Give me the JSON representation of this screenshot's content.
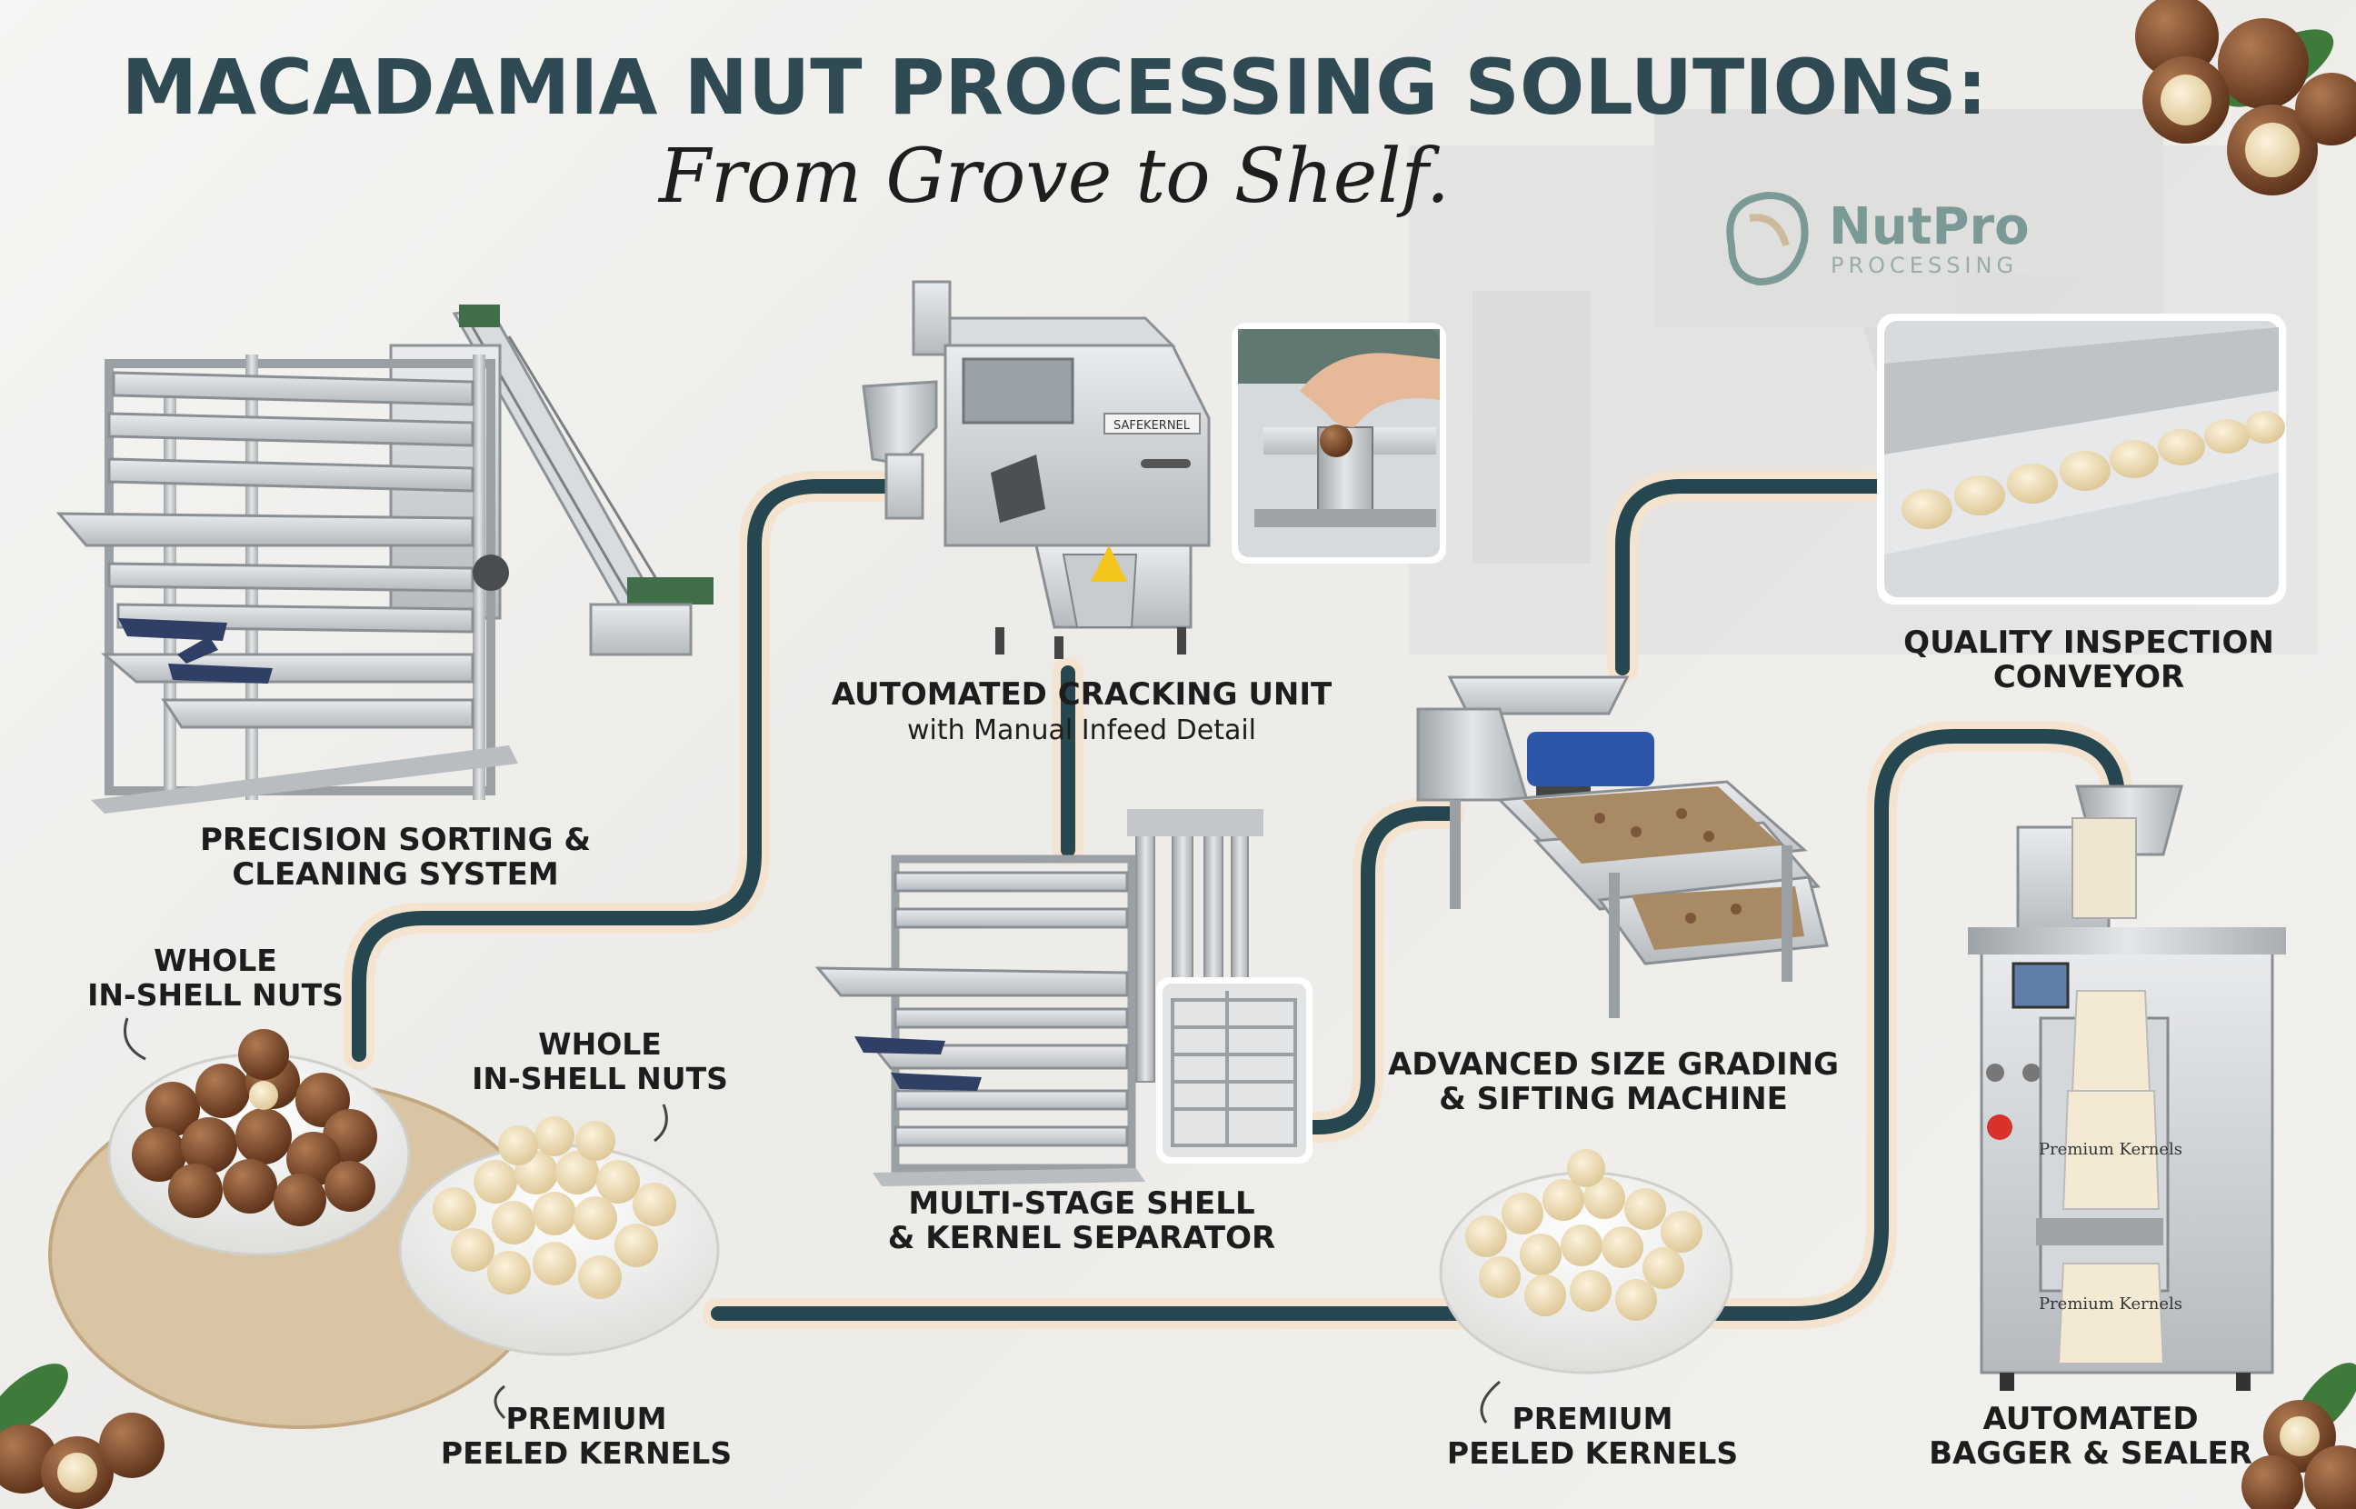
{
  "title": {
    "main": "MACADAMIA NUT PROCESSING SOLUTIONS:",
    "sub": "From Grove to Shelf."
  },
  "logo": {
    "name": "NutPro",
    "tagline": "PROCESSING"
  },
  "stations": {
    "sorting": {
      "line1": "PRECISION SORTING &",
      "line2": "CLEANING SYSTEM"
    },
    "cracking": {
      "line1": "AUTOMATED CRACKING UNIT",
      "sub": "with Manual Infeed Detail"
    },
    "separator": {
      "line1": "MULTI-STAGE SHELL",
      "line2": "& KERNEL SEPARATOR"
    },
    "grading": {
      "line1": "ADVANCED SIZE GRADING",
      "line2": "& SIFTING MACHINE"
    },
    "inspection": {
      "line1": "QUALITY INSPECTION",
      "line2": "CONVEYOR"
    },
    "bagger": {
      "line1": "AUTOMATED",
      "line2": "BAGGER & SEALER"
    }
  },
  "products": {
    "inshell_a": {
      "line1": "WHOLE",
      "line2": "IN-SHELL NUTS"
    },
    "inshell_b": {
      "line1": "WHOLE",
      "line2": "IN-SHELL NUTS"
    },
    "kernels_a": {
      "line1": "PREMIUM",
      "line2": "PEELED KERNELS"
    },
    "kernels_b": {
      "line1": "PREMIUM",
      "line2": "PEELED KERNELS"
    }
  },
  "bag_label": "Premium Kernels",
  "machine_plate": "SAFEKERNEL",
  "colors": {
    "title": "#2f4a52",
    "flow_line": "#26474f",
    "flow_glow": "#f3e3cf",
    "steel": "#c9cccf",
    "kernel": "#f0dfb8",
    "shell": "#7a4a2c"
  }
}
